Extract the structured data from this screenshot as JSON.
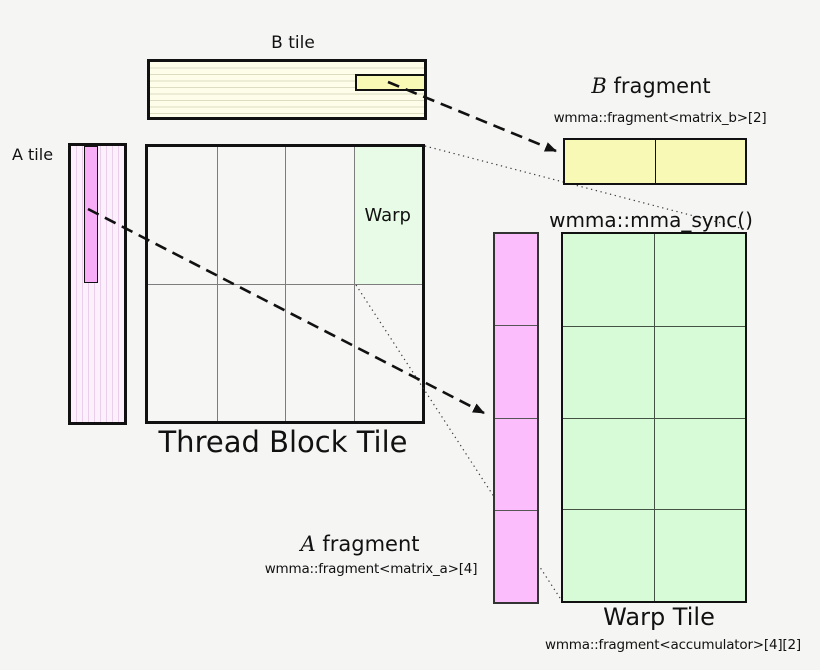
{
  "colors": {
    "background": "#f5f5f4",
    "tile_yellow": "#fdfdea",
    "fragment_yellow": "#f9f9b6",
    "tile_pink": "#fdf0fd",
    "highlight_pink": "#f7aef7",
    "fragment_pink": "#fbbdfb",
    "warp_cell_green": "#e7fbe7",
    "warp_tile_green": "#d7fbd7"
  },
  "b_tile": {
    "label": "B tile"
  },
  "a_tile": {
    "label": "A tile"
  },
  "thread_block_tile": {
    "label": "Thread Block Tile",
    "warp_label": "Warp",
    "cols": 4,
    "rows": 2
  },
  "b_fragment": {
    "title_em": "B",
    "title_rest": " fragment",
    "code": "wmma::fragment<matrix_b>[2]",
    "cells": 2
  },
  "mma_sync": {
    "code": "wmma::mma_sync()"
  },
  "a_fragment": {
    "title_em": "A",
    "title_rest": " fragment",
    "code": "wmma::fragment<matrix_a>[4]",
    "cells": 4
  },
  "warp_tile": {
    "label": "Warp Tile",
    "code": "wmma::fragment<accumulator>[4][2]",
    "rows": 4,
    "cols": 2
  }
}
